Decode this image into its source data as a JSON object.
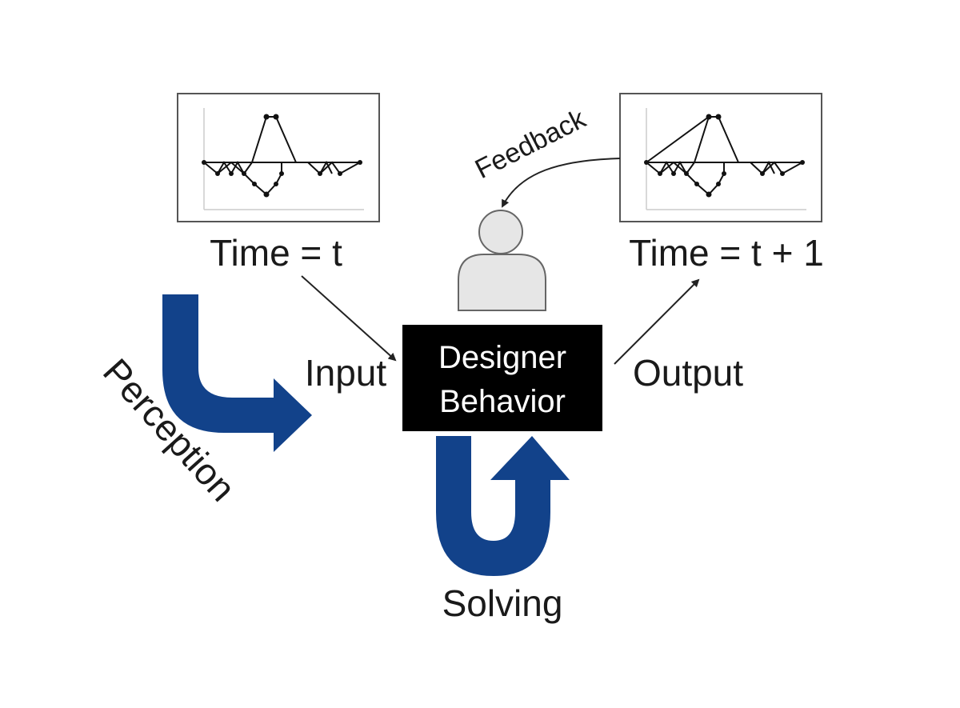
{
  "labels": {
    "time_t": "Time = t",
    "time_t1": "Time = t + 1",
    "feedback": "Feedback",
    "input": "Input",
    "output": "Output",
    "perception": "Perception",
    "solving": "Solving",
    "designer_line1": "Designer",
    "designer_line2": "Behavior"
  },
  "colors": {
    "arrow_blue": "#12428a",
    "box_black": "#000000",
    "person_fill": "#e6e6e6",
    "person_stroke": "#666666"
  },
  "icons": {
    "person": "person-icon"
  }
}
